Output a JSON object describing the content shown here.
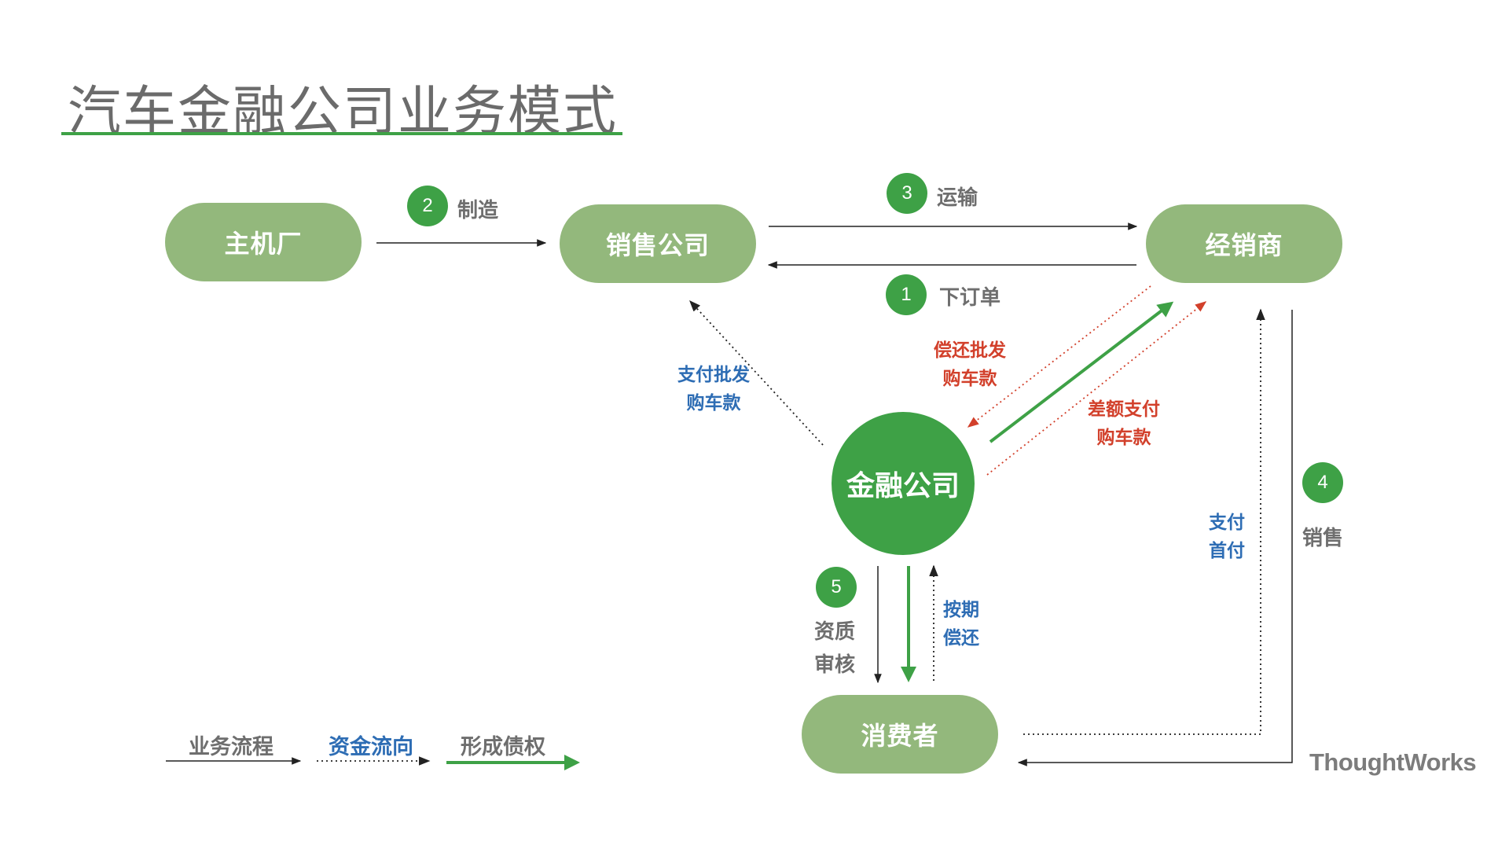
{
  "title": "汽车金融公司业务模式",
  "nodes": {
    "oem": "主机厂",
    "sales_company": "销售公司",
    "dealer": "经销商",
    "finance_company": "金融公司",
    "consumer": "消费者"
  },
  "steps": [
    {
      "number": "1",
      "label": "下订单"
    },
    {
      "number": "2",
      "label": "制造"
    },
    {
      "number": "3",
      "label": "运输"
    },
    {
      "number": "4",
      "label": "销售"
    },
    {
      "number": "5",
      "label": "资质\n审核"
    }
  ],
  "flow_labels": {
    "pay_wholesale": "支付批发\n购车款",
    "repay_wholesale": "偿还批发\n购车款",
    "pay_difference": "差额支付\n购车款",
    "pay_down_payment": "支付\n首付",
    "installment_repay": "按期\n偿还"
  },
  "legend": {
    "business_flow": "业务流程",
    "fund_flow": "资金流向",
    "debt_formation": "形成债权"
  },
  "brand": "ThoughtWorks",
  "colors": {
    "pill_fill": "#93b87c",
    "finance_fill": "#3ea146",
    "accent_green": "#3ea146",
    "fund_blue": "#2e6db4",
    "repay_red": "#d2402b",
    "text_gray": "#6e6e6e"
  }
}
